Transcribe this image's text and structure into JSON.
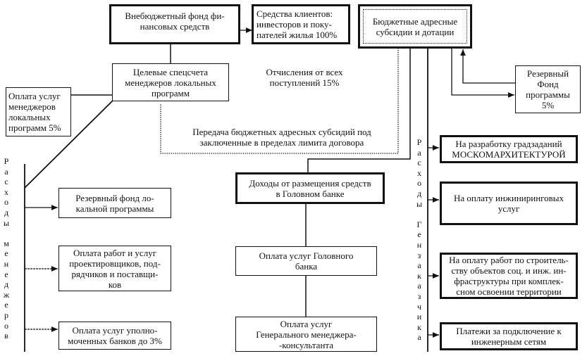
{
  "diagram": {
    "nodes": {
      "extrabudget_fund": "Внебюджетный фонд фи-\nнансовых средств",
      "client_funds": "Средства клиентов:\nинвесторов и поку-\nпателей жилья 100%",
      "budget_subsidies": "Бюджетные адресные\nсубсидии и дотации",
      "target_accounts": "Целевые спецсчета\nменеджеров локальных\nпрограмм",
      "deductions_label": "Отчисления от всех\nпоступлений 15%",
      "reserve_fund_program": "Резервный\nФонд\nпрограммы\n5%",
      "manager_fees": "Оплата услуг\nменеджеров\nлокальных\nпрограмм 5%",
      "transfer_label": "Передача бюджетных адресных субсидий под\nзаключенные в пределах лимита договора",
      "head_bank_income": "Доходы от размещения средств\nв Головном банке",
      "local_reserve_fund": "Резервный фонд ло-\nкальной программы",
      "contractor_payments": "Оплата работ и услуг\nпроектировщиков, под-\nрядчиков и поставщи-\nков",
      "authorized_banks": "Оплата услуг уполно-\nмоченных банков до 3%",
      "head_bank_services": "Оплата услуг Головного\nбанка",
      "general_manager": "Оплата услуг\nГенерального менеджера-\n-консультанта",
      "urban_tasks": "На разработку градзаданий\nМОСКОМАРХИТЕКТУРОЙ",
      "engineering_services": "На оплату инжиниринговых\nуслуг",
      "infrastructure": "На оплату работ по строитель-\nству объектов соц. и инж. ин-\nфраструктуры при комплек-\nсном освоении территории",
      "network_connection": "Платежи за подключение к\nинженерным сетям"
    },
    "spine_labels": {
      "managers_expenses": "Р\nа\nс\nх\nо\nд\nы\n\nм\nе\nн\nе\nд\nж\nе\nр\nо\nв",
      "general_customer_expenses": "Р\nа\nс\nх\nо\nд\nы\n\nГ\nе\nн\nз\nа\nк\nа\nз\nч\nи\nк\nа"
    }
  }
}
